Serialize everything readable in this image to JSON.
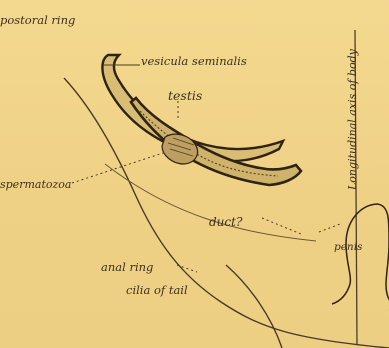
{
  "labels": {
    "postoral_ring": "postoral ring",
    "vesicula_seminalis": "vesicula seminalis",
    "testis": "testis",
    "spermatozoa": "spermatozoa",
    "longitudinal_axis": "Longitudinal axis of body",
    "duct": "duct?",
    "penis": "penis",
    "anal_ring": "anal ring",
    "cilia_of_tail": "cilia of tail"
  },
  "colors": {
    "paper": "#f1d48a",
    "ink": "#3d2f1f",
    "organ_fill": "#d9bd74"
  }
}
